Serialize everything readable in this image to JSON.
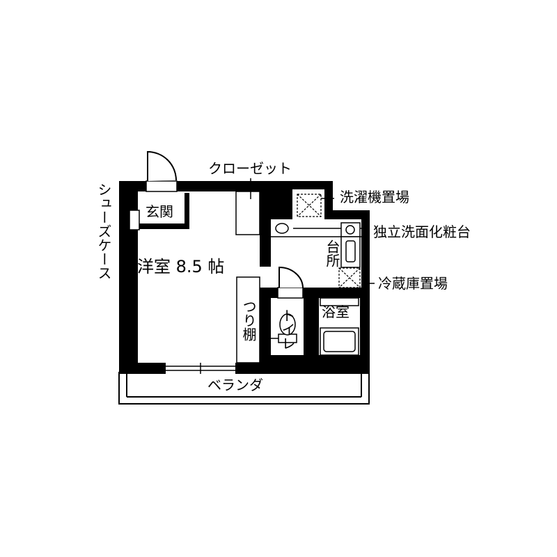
{
  "diagram": {
    "colors": {
      "wall": "#000000",
      "floor": "#ffffff",
      "line": "#000000"
    },
    "rooms": {
      "western_room": "洋室 8.5 帖",
      "entrance": "玄関",
      "closet": "クローゼット",
      "hanging_shelf": "つり棚",
      "kitchen": "台所",
      "toilet": "トイレ",
      "bathroom": "浴室",
      "veranda": "ベランダ"
    },
    "callouts": {
      "washing_machine": "洗濯機置場",
      "vanity": "独立洗面化粧台",
      "fridge": "冷蔵庫置場",
      "shoe_case": "シューズケース"
    }
  }
}
